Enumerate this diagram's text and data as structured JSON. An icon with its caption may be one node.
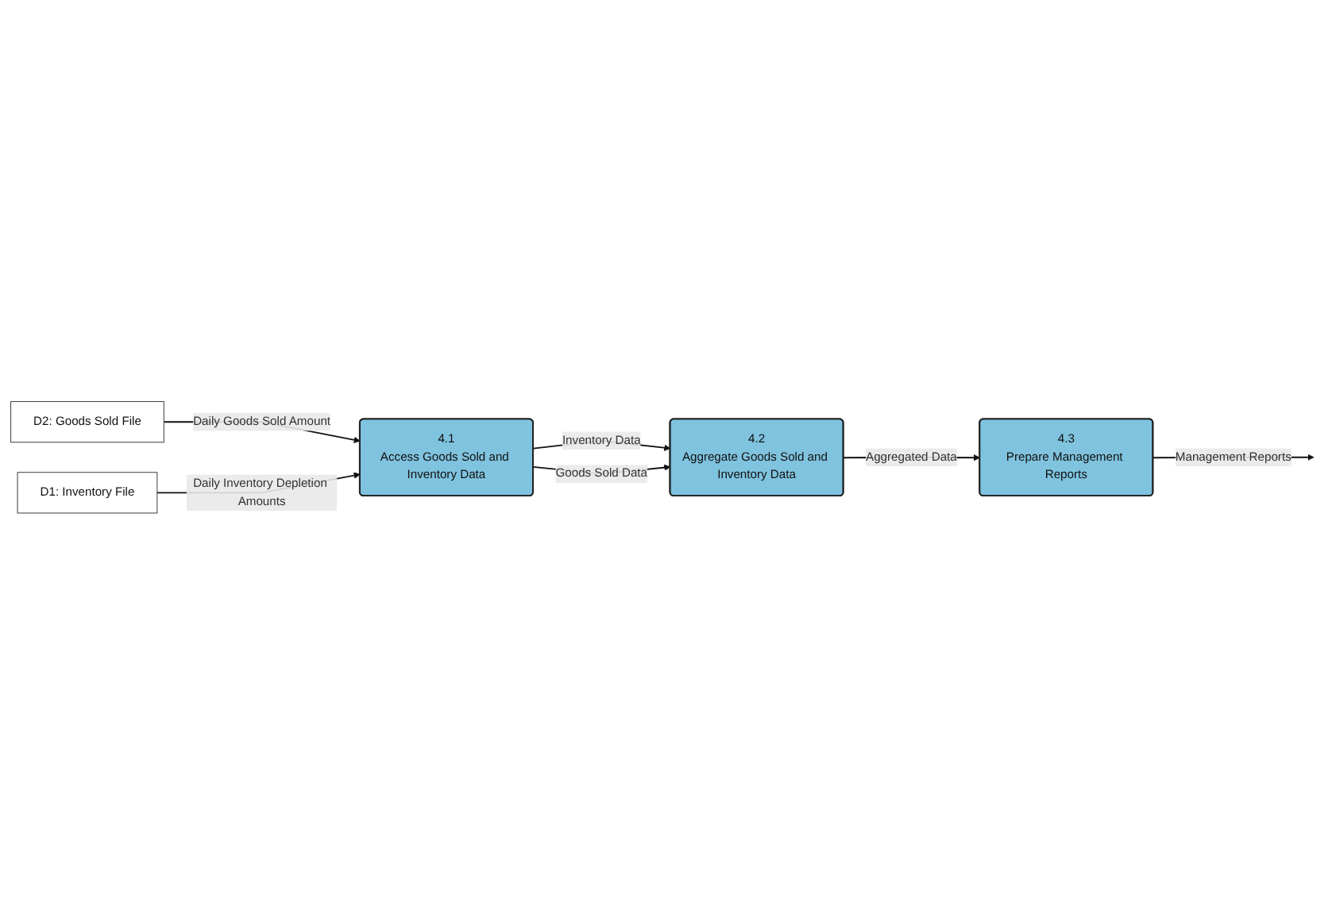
{
  "diagram": {
    "nodes": [
      {
        "text": [
          "D2: Goods Sold File"
        ]
      },
      {
        "text": [
          "D1: Inventory File"
        ]
      },
      {
        "text": [
          "4.1",
          "Access Goods Sold and Inventory Data"
        ]
      },
      {
        "text": [
          "4.2",
          "Aggregate Goods Sold and Inventory Data"
        ]
      },
      {
        "text": [
          "4.3",
          "Prepare Management Reports"
        ]
      }
    ],
    "edges": [
      {
        "from": 0,
        "to": 2,
        "arrow": "to",
        "label": "Daily Goods Sold Amount"
      },
      {
        "from": 1,
        "to": 2,
        "arrow": "to",
        "label": "Daily Inventory Depletion Amounts"
      },
      {
        "from": 2,
        "to": 3,
        "arrow": "to",
        "label": "Inventory Data"
      },
      {
        "from": 2,
        "to": 3,
        "arrow": "to",
        "label": "Goods Sold Data"
      },
      {
        "from": 3,
        "to": 4,
        "arrow": "to",
        "label": "Aggregated Data"
      },
      {
        "from": 4,
        "to": null,
        "arrow": "to",
        "label": "Management Reports"
      }
    ]
  }
}
